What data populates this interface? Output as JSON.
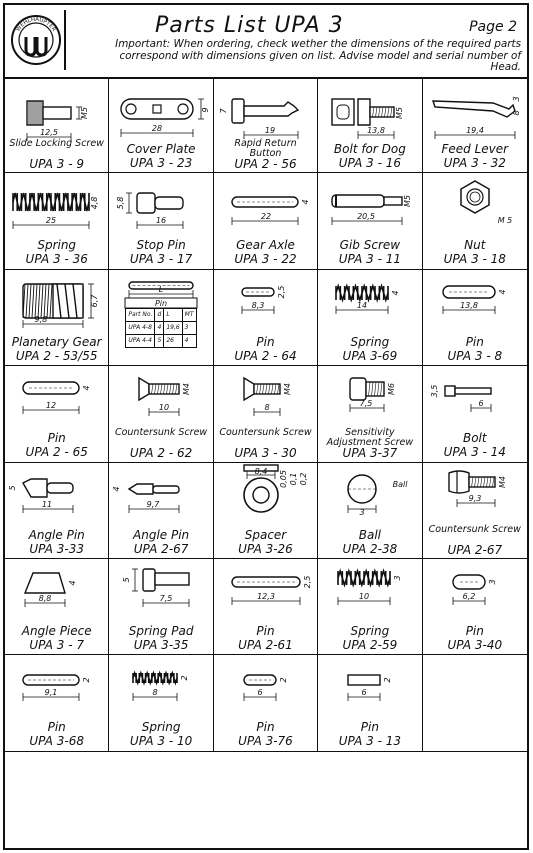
{
  "header": {
    "brand": "WEHLHAUPTER",
    "title": "Parts List UPA 3",
    "page": "Page 2",
    "important_label": "Important:",
    "important_text": "When ordering, check wether the dimensions of the required parts correspond with dimensions given on list. Advise model and serial number of Head."
  },
  "parts": [
    {
      "name": "Slide Locking Screw",
      "code": "UPA 3 - 9",
      "dims": [
        "12,5",
        "M5"
      ]
    },
    {
      "name": "Cover Plate",
      "code": "UPA 3 - 23",
      "dims": [
        "28",
        "9"
      ]
    },
    {
      "name": "Rapid Return Button",
      "code": "UPA 2 - 56",
      "dims": [
        "19",
        "7"
      ]
    },
    {
      "name": "Bolt for Dog",
      "code": "UPA 3 - 16",
      "dims": [
        "13,8",
        "M5"
      ]
    },
    {
      "name": "Feed Lever",
      "code": "UPA 3 - 32",
      "dims": [
        "19,4",
        "3",
        "8"
      ]
    },
    {
      "name": "Spring",
      "code": "UPA 3 - 36",
      "dims": [
        "25",
        "4,8"
      ]
    },
    {
      "name": "Stop Pin",
      "code": "UPA 3 - 17",
      "dims": [
        "16",
        "5,8"
      ]
    },
    {
      "name": "Gear Axle",
      "code": "UPA 3 - 22",
      "dims": [
        "22",
        "4"
      ]
    },
    {
      "name": "Gib Screw",
      "code": "UPA 3 - 11",
      "dims": [
        "20,5",
        "M5"
      ]
    },
    {
      "name": "Nut",
      "code": "UPA 3 - 18",
      "dims": [
        "M 5"
      ]
    },
    {
      "name": "Planetary Gear",
      "code": "UPA 2 - 53/55",
      "dims": [
        "9,8",
        "6,7"
      ]
    },
    {
      "name": "",
      "code": "",
      "dims": [
        "L",
        "Pin"
      ],
      "table": {
        "headers": [
          "Part No.",
          "d",
          "L",
          "MT"
        ],
        "rows": [
          [
            "UPA 4-8",
            "4",
            "19,6",
            "3"
          ],
          [
            "UPA 4-4",
            "5",
            "26",
            "4"
          ]
        ]
      }
    },
    {
      "name": "Pin",
      "code": "UPA 2 - 64",
      "dims": [
        "8,3",
        "2,5"
      ]
    },
    {
      "name": "Spring",
      "code": "UPA 3-69",
      "dims": [
        "14",
        "4"
      ]
    },
    {
      "name": "Pin",
      "code": "UPA 3 - 8",
      "dims": [
        "13,8",
        "4"
      ]
    },
    {
      "name": "Pin",
      "code": "UPA 2 - 65",
      "dims": [
        "12",
        "4"
      ]
    },
    {
      "name": "Countersunk Screw",
      "code": "UPA 2 - 62",
      "dims": [
        "10",
        "M4"
      ]
    },
    {
      "name": "Countersunk Screw",
      "code": "UPA 3 - 30",
      "dims": [
        "8",
        "M4"
      ]
    },
    {
      "name": "Sensitivity Adjustment Screw",
      "code": "UPA 3-37",
      "dims": [
        "7,5",
        "M6"
      ]
    },
    {
      "name": "Bolt",
      "code": "UPA 3 - 14",
      "dims": [
        "6",
        "3,5"
      ]
    },
    {
      "name": "Angle Pin",
      "code": "UPA 3-33",
      "dims": [
        "11",
        "5"
      ]
    },
    {
      "name": "Angle Pin",
      "code": "UPA 2-67",
      "dims": [
        "9,7",
        "4"
      ]
    },
    {
      "name": "Spacer",
      "code": "UPA 3-26",
      "dims": [
        "8,4",
        "0,05",
        "0,1",
        "0,2"
      ]
    },
    {
      "name": "Ball",
      "code": "UPA 2-38",
      "dims": [
        "3",
        "Ball"
      ]
    },
    {
      "name": "Countersunk Screw",
      "code": "UPA 2-67",
      "dims": [
        "9,3",
        "M4"
      ]
    },
    {
      "name": "Angle Piece",
      "code": "UPA 3 - 7",
      "dims": [
        "8,8",
        "4"
      ]
    },
    {
      "name": "Spring Pad",
      "code": "UPA 3-35",
      "dims": [
        "7,5",
        "5"
      ]
    },
    {
      "name": "Pin",
      "code": "UPA 2-61",
      "dims": [
        "12,3",
        "2,5"
      ]
    },
    {
      "name": "Spring",
      "code": "UPA 2-59",
      "dims": [
        "10",
        "3"
      ]
    },
    {
      "name": "Pin",
      "code": "UPA 3-40",
      "dims": [
        "6,2",
        "3"
      ]
    },
    {
      "name": "Pin",
      "code": "UPA 3-68",
      "dims": [
        "9,1",
        "2"
      ]
    },
    {
      "name": "Spring",
      "code": "UPA 3 - 10",
      "dims": [
        "8",
        "2"
      ]
    },
    {
      "name": "Pin",
      "code": "UPA 3-76",
      "dims": [
        "6",
        "2"
      ]
    },
    {
      "name": "Pin",
      "code": "UPA 3 - 13",
      "dims": [
        "6",
        "2"
      ]
    },
    {
      "name": "",
      "code": "",
      "dims": []
    }
  ]
}
